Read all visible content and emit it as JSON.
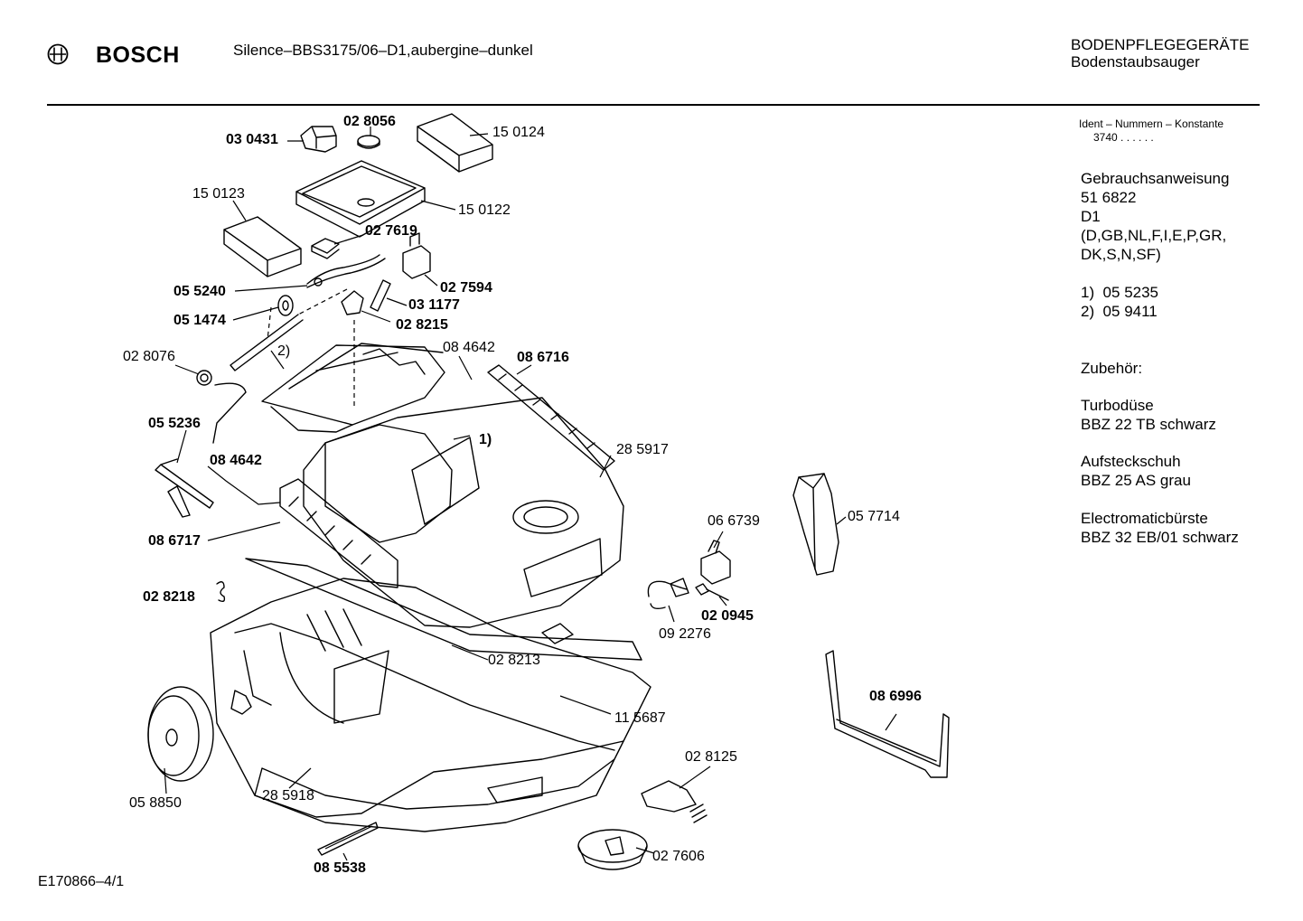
{
  "header": {
    "brand": "BOSCH",
    "model": "Silence–BBS3175/06–D1,aubergine–dunkel",
    "category": "BODENPFLEGEGERÄTE",
    "subcategory": "Bodenstaubsauger"
  },
  "side_panel": {
    "ident_label": "Ident – Nummern – Konstante",
    "ident_value": "3740 . . . . . .",
    "manual_label": "Gebrauchsanweisung",
    "manual_number": "51 6822",
    "manual_code": "D1",
    "manual_languages": "(D,GB,NL,F,I,E,P,GR,\nDK,S,N,SF)",
    "footnote_1": "1)  05 5235",
    "footnote_2": "2)  05 9411",
    "accessories_label": "Zubehör:",
    "accessory_1_name": "Turbodüse",
    "accessory_1_code": "BBZ 22 TB schwarz",
    "accessory_2_name": "Aufsteckschuh",
    "accessory_2_code": "BBZ 25 AS grau",
    "accessory_3_name": "Electromaticbürste",
    "accessory_3_code": "BBZ 32 EB/01 schwarz"
  },
  "parts": {
    "p030431": "03 0431",
    "p028056": "02 8056",
    "p150124": "15 0124",
    "p150123": "15 0123",
    "p150122": "15 0122",
    "p027619": "02 7619",
    "p027594": "02 7594",
    "p055240": "05 5240",
    "p031177": "03 1177",
    "p051474": "05 1474",
    "p028215": "02 8215",
    "p084642a": "08 4642",
    "p086716": "08 6716",
    "p028076": "02 8076",
    "note2": "2)",
    "note1": "1)",
    "p055236": "05 5236",
    "p285917": "28 5917",
    "p084642b": "08 4642",
    "p086717": "08 6717",
    "p066739": "06 6739",
    "p057714": "05 7714",
    "p028218": "02 8218",
    "p020945": "02 0945",
    "p092276": "09 2276",
    "p028213": "02 8213",
    "p086996": "08 6996",
    "p115687": "11 5687",
    "p028125": "02 8125",
    "p058850": "05 8850",
    "p285918": "28 5918",
    "p085538": "08 5538",
    "p027606": "02 7606"
  },
  "footer": {
    "drawing_id": "E170866–4/1"
  }
}
